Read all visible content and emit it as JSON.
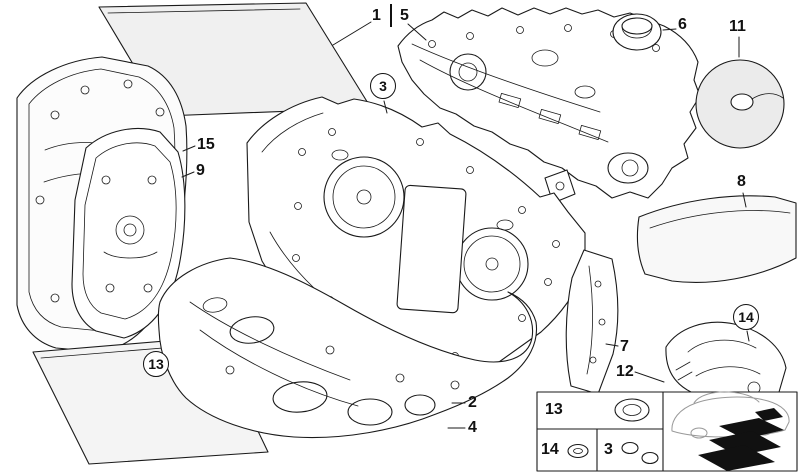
{
  "window": {
    "background": "#ffffff"
  },
  "diagram": {
    "line_color": "#1a1a1a",
    "callouts": {
      "c1": "1",
      "c2": "2",
      "c3": "3",
      "c4": "4",
      "c5": "5",
      "c6": "6",
      "c7": "7",
      "c8": "8",
      "c9": "9",
      "c11": "11",
      "c12": "12",
      "c13": "13",
      "c14": "14",
      "c15": "15"
    },
    "legend": {
      "row1": {
        "label": "13",
        "icon": "grommet-icon"
      },
      "row2a": {
        "label": "14",
        "icon": "oval-plug-icon"
      },
      "row2b": {
        "label": "3",
        "icon": "clip-pair-icon"
      },
      "car_icon": "car-rear-location-icon"
    }
  }
}
